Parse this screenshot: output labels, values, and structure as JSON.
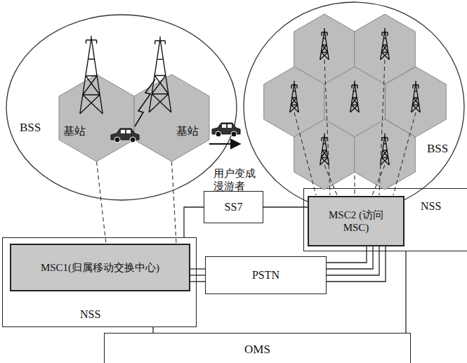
{
  "diagram": {
    "nodes": [
      {
        "text": [
          "BSS"
        ]
      },
      {
        "text": [
          "基站"
        ],
        "in": 0
      },
      {
        "text": [
          "基站"
        ],
        "in": 0
      },
      {
        "text": [
          "BSS"
        ]
      },
      {
        "text": [
          "SS7"
        ]
      },
      {
        "text": [
          "NSS"
        ]
      },
      {
        "text": [
          "MSC2 (访问MSC)"
        ],
        "in": 5
      },
      {
        "text": [
          "NSS"
        ]
      },
      {
        "text": [
          "MSC1(归属移动交换中心)"
        ],
        "in": 7
      },
      {
        "text": [
          "PSTN"
        ]
      },
      {
        "text": [
          "OMS"
        ]
      }
    ],
    "edges": [
      {
        "from": 1,
        "to": 8,
        "arrow": "none"
      },
      {
        "from": 2,
        "to": 8,
        "arrow": "none"
      },
      {
        "from": 3,
        "to": 6,
        "arrow": "none"
      },
      {
        "from": 7,
        "to": 4,
        "arrow": "none"
      },
      {
        "from": 4,
        "to": 6,
        "arrow": "none"
      },
      {
        "from": 8,
        "to": 9,
        "arrow": "none"
      },
      {
        "from": 9,
        "to": 6,
        "arrow": "none"
      },
      {
        "from": 7,
        "to": 10,
        "arrow": "none"
      },
      {
        "from": 5,
        "to": 10,
        "arrow": "none"
      }
    ],
    "labels": [
      "用户变成 漫游者"
    ]
  }
}
